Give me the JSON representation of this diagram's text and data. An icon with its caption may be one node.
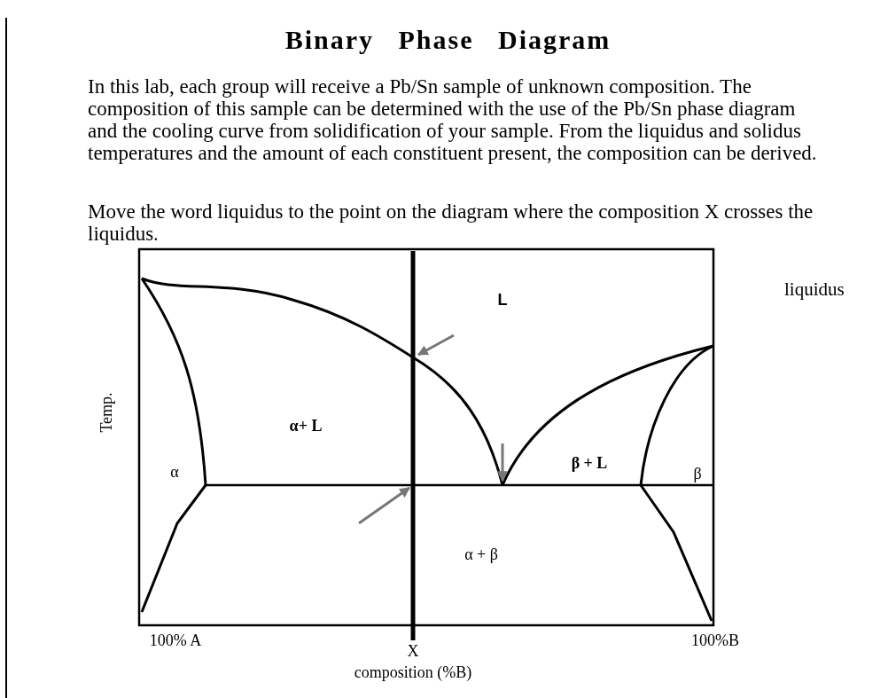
{
  "diagram": {
    "title": "Binary Phase Diagram",
    "labels": [
      "In this lab, each group will receive a Pb/Sn sample of unknown composition. The composition of this sample can be determined with the use of the Pb/Sn phase diagram and the cooling curve from solidification of your sample. From the liquidus and solidus temperatures and the amount of each constituent present, the composition can be derived.",
      "Move the word liquidus to the point on the diagram where the composition X crosses the liquidus.",
      "L",
      "liquidus",
      "Temp.",
      "α+ L",
      "β + L",
      "α",
      "β",
      "α + β",
      "100% A",
      "X",
      "100%B",
      "composition (%B)"
    ]
  }
}
